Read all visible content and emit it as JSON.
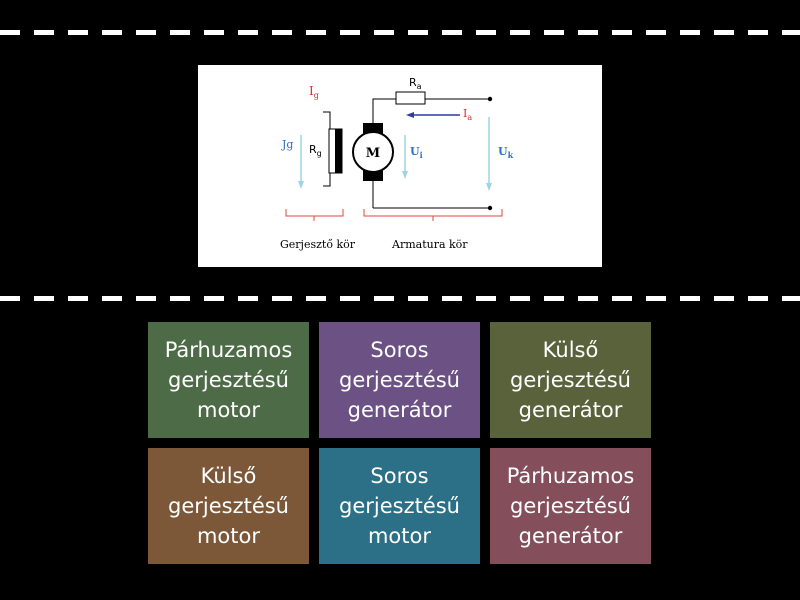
{
  "diagram": {
    "labels": {
      "ig": "I",
      "ig_sub": "g",
      "jg": "Jg",
      "rg": "R",
      "rg_sub": "g",
      "ra": "R",
      "ra_sub": "a",
      "ia": "I",
      "ia_sub": "a",
      "motor": "M",
      "ui": "U",
      "ui_sub": "i",
      "uk": "U",
      "uk_sub": "k",
      "excitation_circuit": "Gerjesztő kör",
      "armature_circuit": "Armatura kör"
    },
    "colors": {
      "red": "#d9302a",
      "blue": "#2b6fc9",
      "light_blue": "#9fd3e6",
      "dark_blue": "#2a3c9e",
      "bracket": "#e0453a"
    }
  },
  "tiles": [
    {
      "label": "Párhuzamos\ngerjesztésű\nmotor",
      "color": "#4e6b47"
    },
    {
      "label": "Soros\ngerjesztésű\ngenerátor",
      "color": "#6b5184"
    },
    {
      "label": "Külső\ngerjesztésű\ngenerátor",
      "color": "#59623b"
    },
    {
      "label": "Külső\ngerjesztésű\nmotor",
      "color": "#7c5838"
    },
    {
      "label": "Soros\ngerjesztésű\nmotor",
      "color": "#2b7086"
    },
    {
      "label": "Párhuzamos\ngerjesztésű\ngenerátor",
      "color": "#844f5b"
    }
  ]
}
